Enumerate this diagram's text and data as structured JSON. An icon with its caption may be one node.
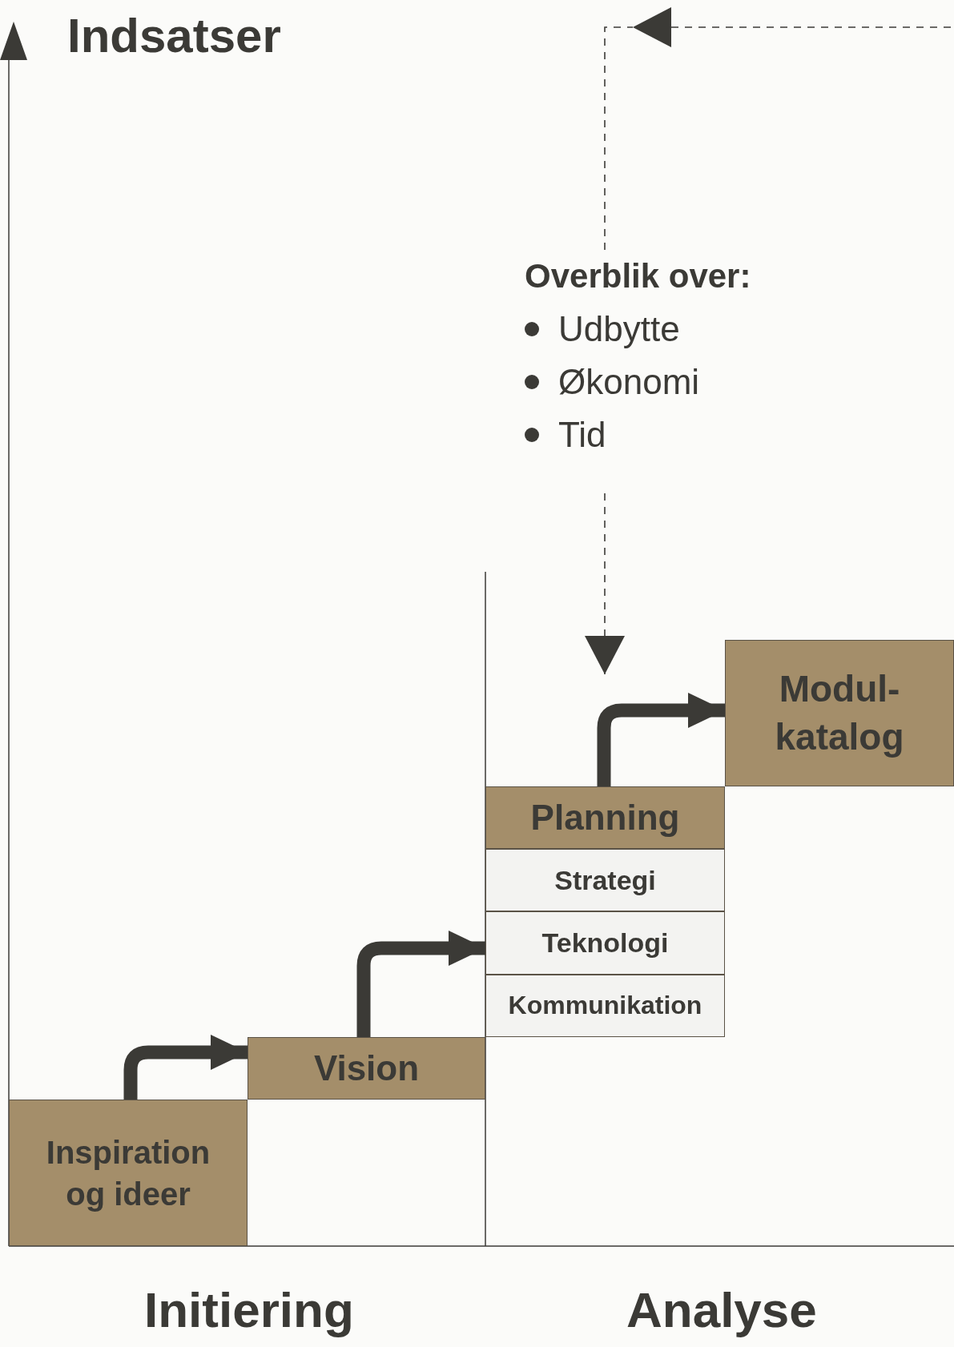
{
  "diagram": {
    "nodes": [
      {
        "text": [
          "Overblik over:",
          "Udbytte",
          "Økonomi",
          "Tid"
        ]
      },
      {
        "text": [
          "Modul-katalog"
        ]
      },
      {
        "text": [
          "Planning"
        ]
      },
      {
        "text": [
          "Strategi"
        ]
      },
      {
        "text": [
          "Teknologi"
        ]
      },
      {
        "text": [
          "Kommunikation"
        ]
      },
      {
        "text": [
          "Vision"
        ]
      },
      {
        "text": [
          "Inspiration og ideer"
        ]
      }
    ],
    "edges": [
      {
        "from": 7,
        "to": 6,
        "arrow": "to"
      },
      {
        "from": 6,
        "to": 4,
        "arrow": "to"
      },
      {
        "from": 2,
        "to": 1,
        "arrow": "to"
      },
      {
        "from": 0,
        "to": null,
        "arrow": "to",
        "style": "dashed"
      },
      {
        "from": 0,
        "to": null,
        "arrow": "to",
        "style": "dashed"
      }
    ],
    "labels": [
      "Indsatser",
      "Initiering",
      "Analyse"
    ]
  }
}
